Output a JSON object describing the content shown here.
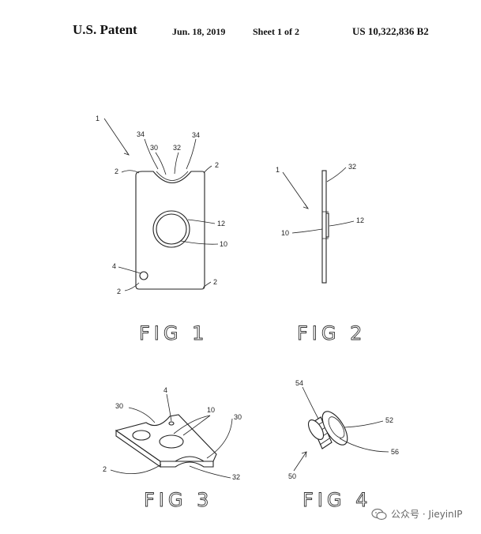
{
  "header": {
    "left": "U.S. Patent",
    "date": "Jun. 18, 2019",
    "sheet": "Sheet 1 of 2",
    "number": "US 10,322,836 B2"
  },
  "figures": {
    "fig1": {
      "caption": "FIG 1",
      "labels": {
        "n1": "1",
        "n34a": "34",
        "n34b": "34",
        "n30": "30",
        "n32": "32",
        "n2a": "2",
        "n2b": "2",
        "n12": "12",
        "n10": "10",
        "n4": "4",
        "n2c": "2",
        "n2d": "2"
      }
    },
    "fig2": {
      "caption": "FIG 2",
      "labels": {
        "n1": "1",
        "n32": "32",
        "n12": "12",
        "n10": "10"
      }
    },
    "fig3": {
      "caption": "FIG 3",
      "labels": {
        "n4": "4",
        "n30a": "30",
        "n10": "10",
        "n30b": "30",
        "n2": "2",
        "n32": "32"
      }
    },
    "fig4": {
      "caption": "FIG 4",
      "labels": {
        "n54": "54",
        "n52": "52",
        "n56": "56",
        "n50": "50"
      }
    }
  },
  "watermark": {
    "icon": "wechat-icon",
    "text": "公众号 · JieyinIP"
  }
}
